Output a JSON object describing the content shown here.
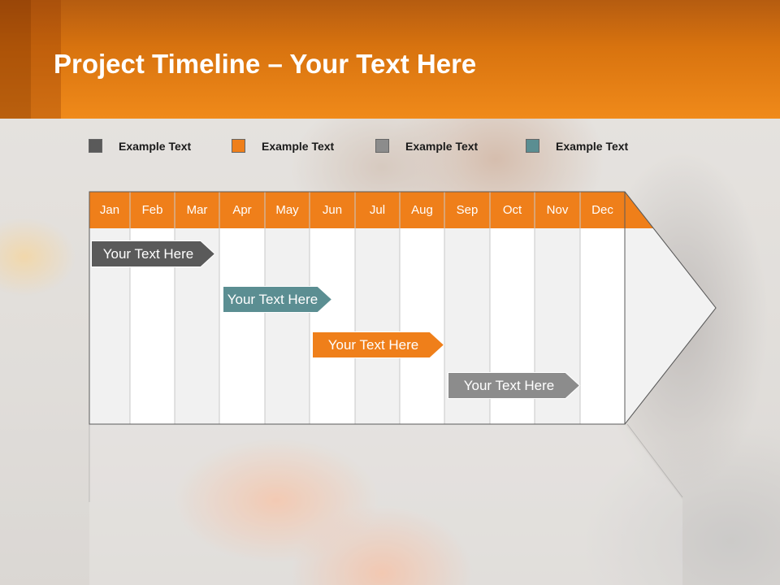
{
  "slide": {
    "title_bold": "Project Timeline",
    "title_rest": " – Your Text Here"
  },
  "legend": [
    {
      "label": "Example Text",
      "color": "#5a5a5a"
    },
    {
      "label": "Example Text",
      "color": "#ef7f1a"
    },
    {
      "label": "Example Text",
      "color": "#8c8c8c"
    },
    {
      "label": "Example Text",
      "color": "#5b8e92"
    }
  ],
  "timeline": {
    "months": [
      "Jan",
      "Feb",
      "Mar",
      "Apr",
      "May",
      "Jun",
      "Jul",
      "Aug",
      "Sep",
      "Oct",
      "Nov",
      "Dec"
    ],
    "header_color": "#ef7f1a",
    "tasks": [
      {
        "label": "Your  Text Here",
        "color": "#5a5a5a",
        "start_month": 1.0,
        "end_month": 4.0
      },
      {
        "label": "Your  Text Here",
        "color": "#5b8e92",
        "start_month": 4.0,
        "end_month": 6.5
      },
      {
        "label": "Your  Text Here",
        "color": "#ef7f1a",
        "start_month": 6.0,
        "end_month": 9.0
      },
      {
        "label": "Your  Text Here",
        "color": "#8c8c8c",
        "start_month": 9.0,
        "end_month": 12.0
      }
    ]
  }
}
